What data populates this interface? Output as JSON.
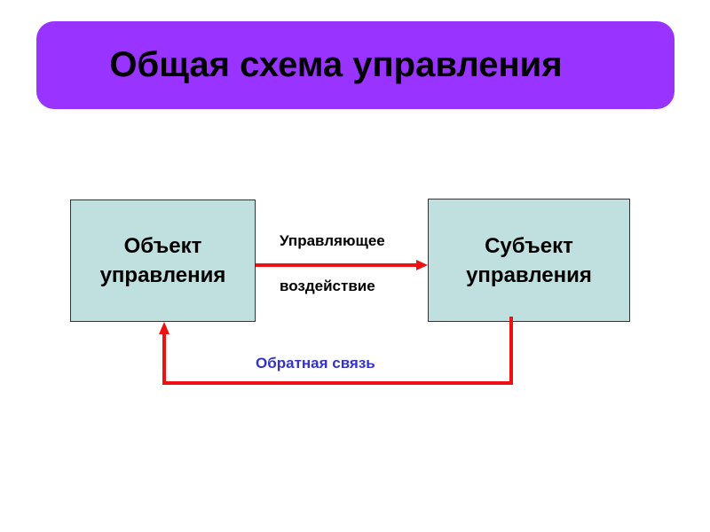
{
  "title": "Общая схема управления",
  "boxes": {
    "object": {
      "line1": "Объект",
      "line2": "управления"
    },
    "subject": {
      "line1": "Субъект",
      "line2": "управления"
    }
  },
  "arrows": {
    "control": {
      "label_line1": "Управляющее",
      "label_line2": "воздействие"
    },
    "feedback": {
      "label": "Обратная связь"
    }
  },
  "colors": {
    "title_background": "#9933ff",
    "box_fill": "#c0e0e0",
    "arrow": "#ee1111",
    "feedback_label": "#3333cc"
  }
}
